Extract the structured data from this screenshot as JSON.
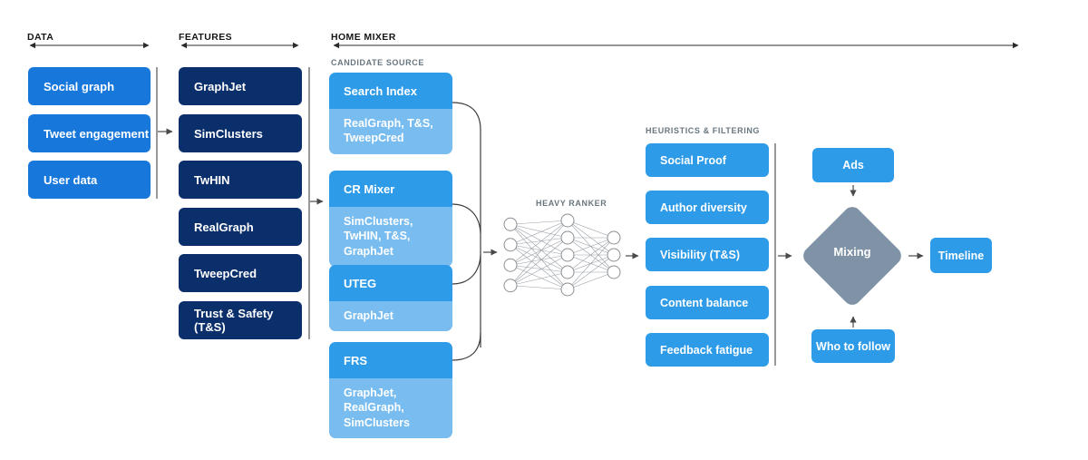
{
  "palette": {
    "data_box": "#1777DB",
    "feature_box": "#0B2F6B",
    "source_header": "#2E9BE9",
    "source_sub": "#79BCF0",
    "filter_box": "#2E9BE9",
    "diamond": "#8093A6",
    "header_text": "#14171A",
    "sub_label_text": "#68767F",
    "connector": "#444444"
  },
  "sections": {
    "data": {
      "label": "DATA",
      "items": [
        "Social graph",
        "Tweet engagement",
        "User data"
      ]
    },
    "features": {
      "label": "FEATURES",
      "items": [
        "GraphJet",
        "SimClusters",
        "TwHIN",
        "RealGraph",
        "TweepCred",
        "Trust & Safety (T&S)"
      ]
    },
    "home_mixer": {
      "label": "HOME MIXER",
      "candidate_source": {
        "label": "CANDIDATE SOURCE",
        "sources": [
          {
            "name": "Search Index",
            "features": "RealGraph, T&S, TweepCred"
          },
          {
            "name": "CR Mixer",
            "features": "SimClusters, TwHIN, T&S, GraphJet"
          },
          {
            "name": "UTEG",
            "features": "GraphJet"
          },
          {
            "name": "FRS",
            "features": "GraphJet, RealGraph, SimClusters"
          }
        ]
      },
      "heavy_ranker": {
        "label": "HEAVY RANKER",
        "layers": [
          4,
          5,
          3
        ]
      },
      "heuristics": {
        "label": "HEURISTICS & FILTERING",
        "items": [
          "Social Proof",
          "Author diversity",
          "Visibility (T&S)",
          "Content balance",
          "Feedback fatigue"
        ]
      },
      "mixing": {
        "ads_label": "Ads",
        "diamond_label": "Mixing",
        "who_to_follow_label": "Who to follow",
        "timeline_label": "Timeline"
      }
    }
  }
}
